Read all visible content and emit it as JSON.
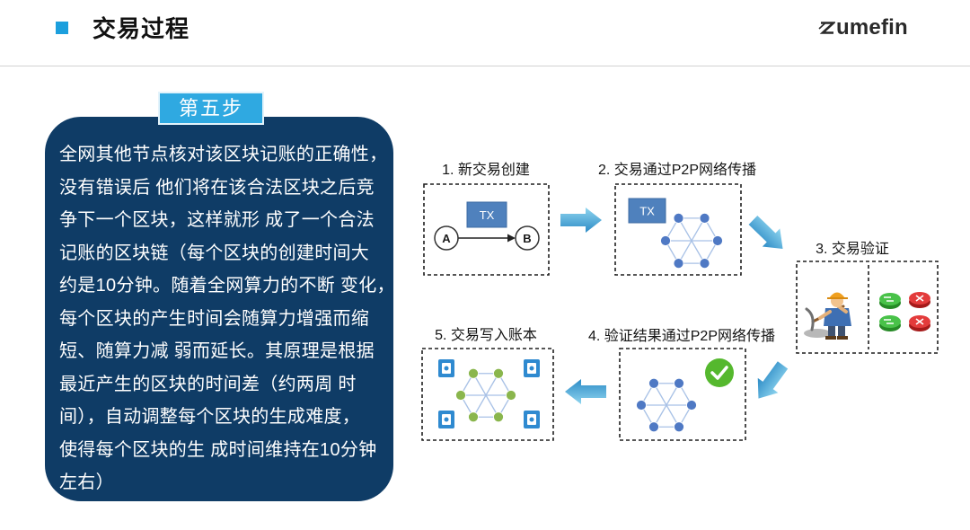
{
  "header": {
    "title": "交易过程",
    "logo": "umefin"
  },
  "panel": {
    "badge": "第五步",
    "lines": [
      "全网其他节点核对该区块记账的正确性，",
      "没有错误后 他们将在该合法区块之后竞",
      "争下一个区块，这样就形 成了一个合法",
      "记账的区块链（每个区块的创建时间大",
      "约是10分钟。随着全网算力的不断 变化，",
      "每个区块的产生时间会随算力增强而缩",
      "短、随算力减 弱而延长。其原理是根据",
      "最近产生的区块的时间差（约两周 时",
      "间），自动调整每个区块的生成难度，",
      "使得每个区块的生 成时间维持在10分钟",
      "左右）"
    ]
  },
  "diagram": {
    "step1": {
      "label": "1. 新交易创建",
      "tx": "TX",
      "sender": "A",
      "receiver": "B"
    },
    "step2": {
      "label": "2. 交易通过P2P网络传播",
      "tx": "TX",
      "icons": [
        "network-icon"
      ]
    },
    "step3": {
      "label": "3. 交易验证",
      "icons": [
        "miner-icon",
        "approve-button-icon",
        "reject-button-icon"
      ]
    },
    "step4": {
      "label": "4. 验证结果通过P2P网络传播",
      "icons": [
        "check-circle-icon",
        "network-icon"
      ]
    },
    "step5": {
      "label": "5. 交易写入账本",
      "icons": [
        "network-icon",
        "ledger-icon"
      ]
    },
    "flow_arrows": [
      "right-arrow-icon",
      "down-right-arrow-icon",
      "down-left-arrow-icon",
      "left-arrow-icon"
    ]
  },
  "colors": {
    "title_marker": "#1c9fdd",
    "panel_background": "#0f3c66",
    "badge_background": "#2fa9e1",
    "tx_block": "#4f81bd",
    "network_node_blue": "#4f79c4",
    "network_node_green": "#8ab64d",
    "network_edge": "#a8c1e6",
    "check_green": "#55b82e",
    "flow_arrow_light": "#8fd5ef",
    "flow_arrow_dark": "#2c8bc6"
  }
}
